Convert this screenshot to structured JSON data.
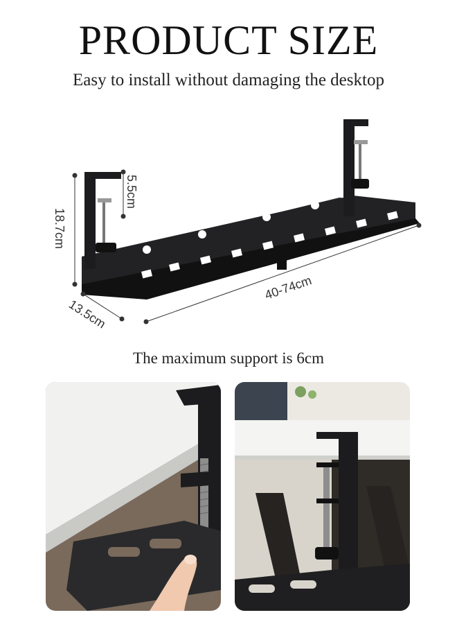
{
  "header": {
    "title": "PRODUCT SIZE",
    "subtitle": "Easy to install without damaging the desktop"
  },
  "dimensions": {
    "clamp_height": "5.5cm",
    "total_height": "18.7cm",
    "width": "40-74cm",
    "depth": "13.5cm"
  },
  "caption": "The maximum support is 6cm",
  "photos": [
    {
      "name": "installation-closeup-photo"
    },
    {
      "name": "installed-under-desk-photo"
    }
  ],
  "colors": {
    "tray": "#1c1c1e",
    "desk_top": "#f1f1ef",
    "text": "#1a1a1a"
  }
}
